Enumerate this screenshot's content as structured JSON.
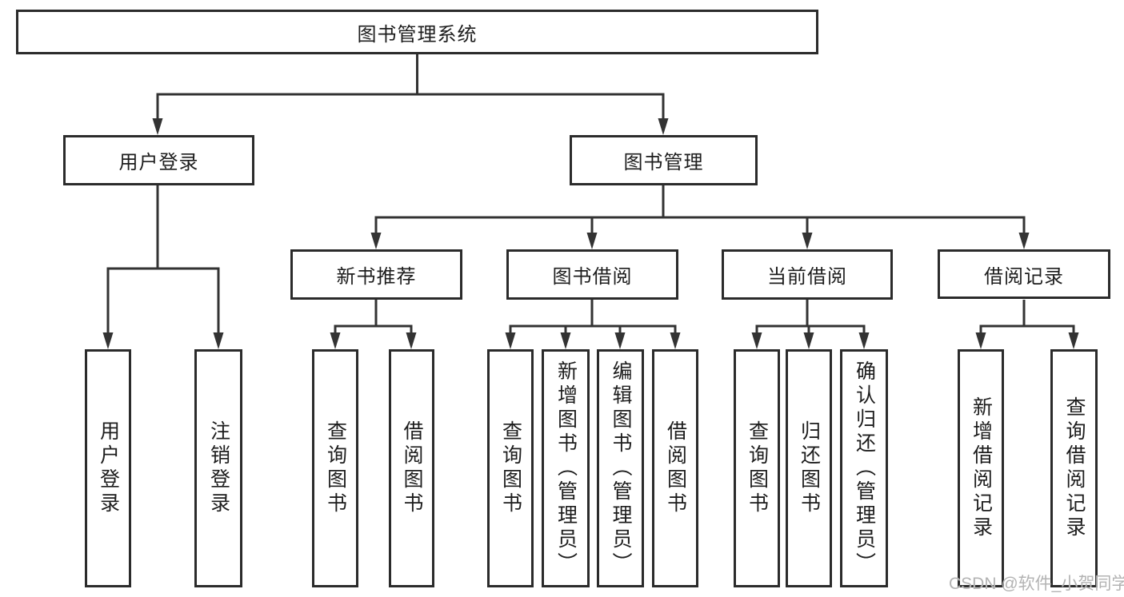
{
  "diagram": {
    "root": {
      "label": "图书管理系统"
    },
    "level2": [
      {
        "label": "用户登录",
        "children": [
          {
            "label": "用户登录"
          },
          {
            "label": "注销登录"
          }
        ]
      },
      {
        "label": "图书管理",
        "children": [
          {
            "label": "新书推荐",
            "children": [
              {
                "label": "查询图书"
              },
              {
                "label": "借阅图书"
              }
            ]
          },
          {
            "label": "图书借阅",
            "children": [
              {
                "label": "查询图书"
              },
              {
                "label": "新增图书（管理员）"
              },
              {
                "label": "编辑图书（管理员）"
              },
              {
                "label": "借阅图书"
              }
            ]
          },
          {
            "label": "当前借阅",
            "children": [
              {
                "label": "查询图书"
              },
              {
                "label": "归还图书"
              },
              {
                "label": "确认归还（管理员）"
              }
            ]
          },
          {
            "label": "借阅记录",
            "children": [
              {
                "label": "新增借阅记录"
              },
              {
                "label": "查询借阅记录"
              }
            ]
          }
        ]
      }
    ]
  },
  "watermark": "CSDN @软件_小贺同学",
  "colors": {
    "line": "#333333",
    "box_border": "#2b2b2b",
    "text": "#1d1d1d",
    "background": "#ffffff",
    "watermark": "#b3b3b3"
  }
}
